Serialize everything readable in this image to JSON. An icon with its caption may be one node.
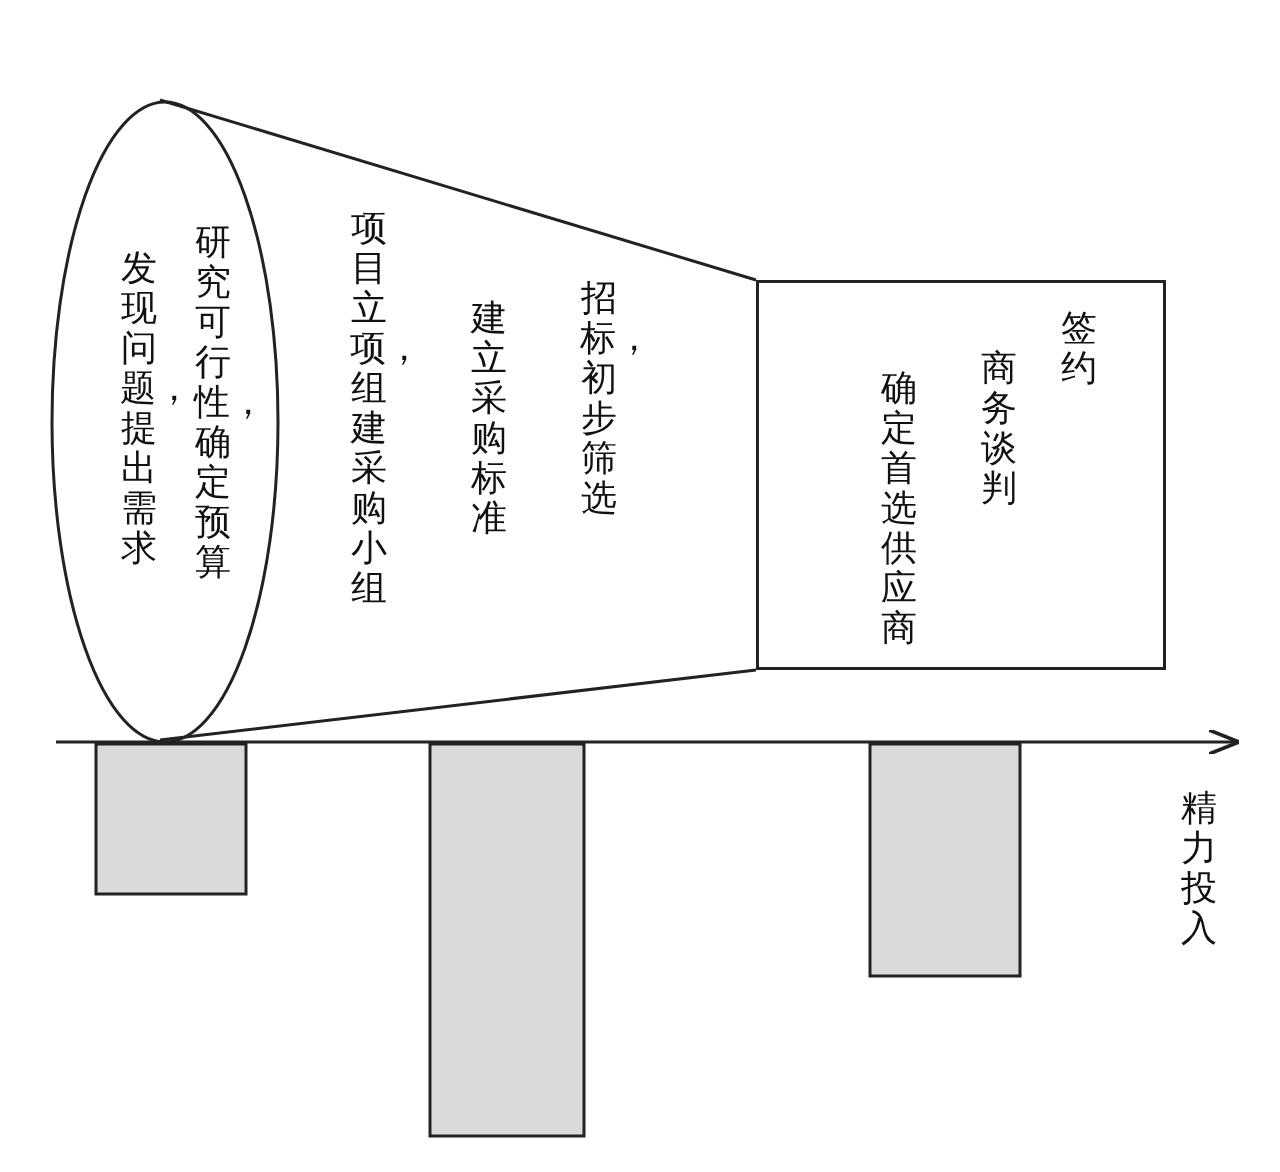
{
  "diagram": {
    "nodes": [
      {
        "text": [
          "发现问题，提出需求",
          "研究可行性，确定预算"
        ]
      },
      {
        "text": [
          "项目立项，组建采购小组",
          "建立采购标准",
          "招标，初步筛选"
        ]
      },
      {
        "text": [
          "确定首选供应商",
          "商务谈判",
          "签约"
        ]
      }
    ],
    "labels": [
      "精力投入"
    ]
  }
}
